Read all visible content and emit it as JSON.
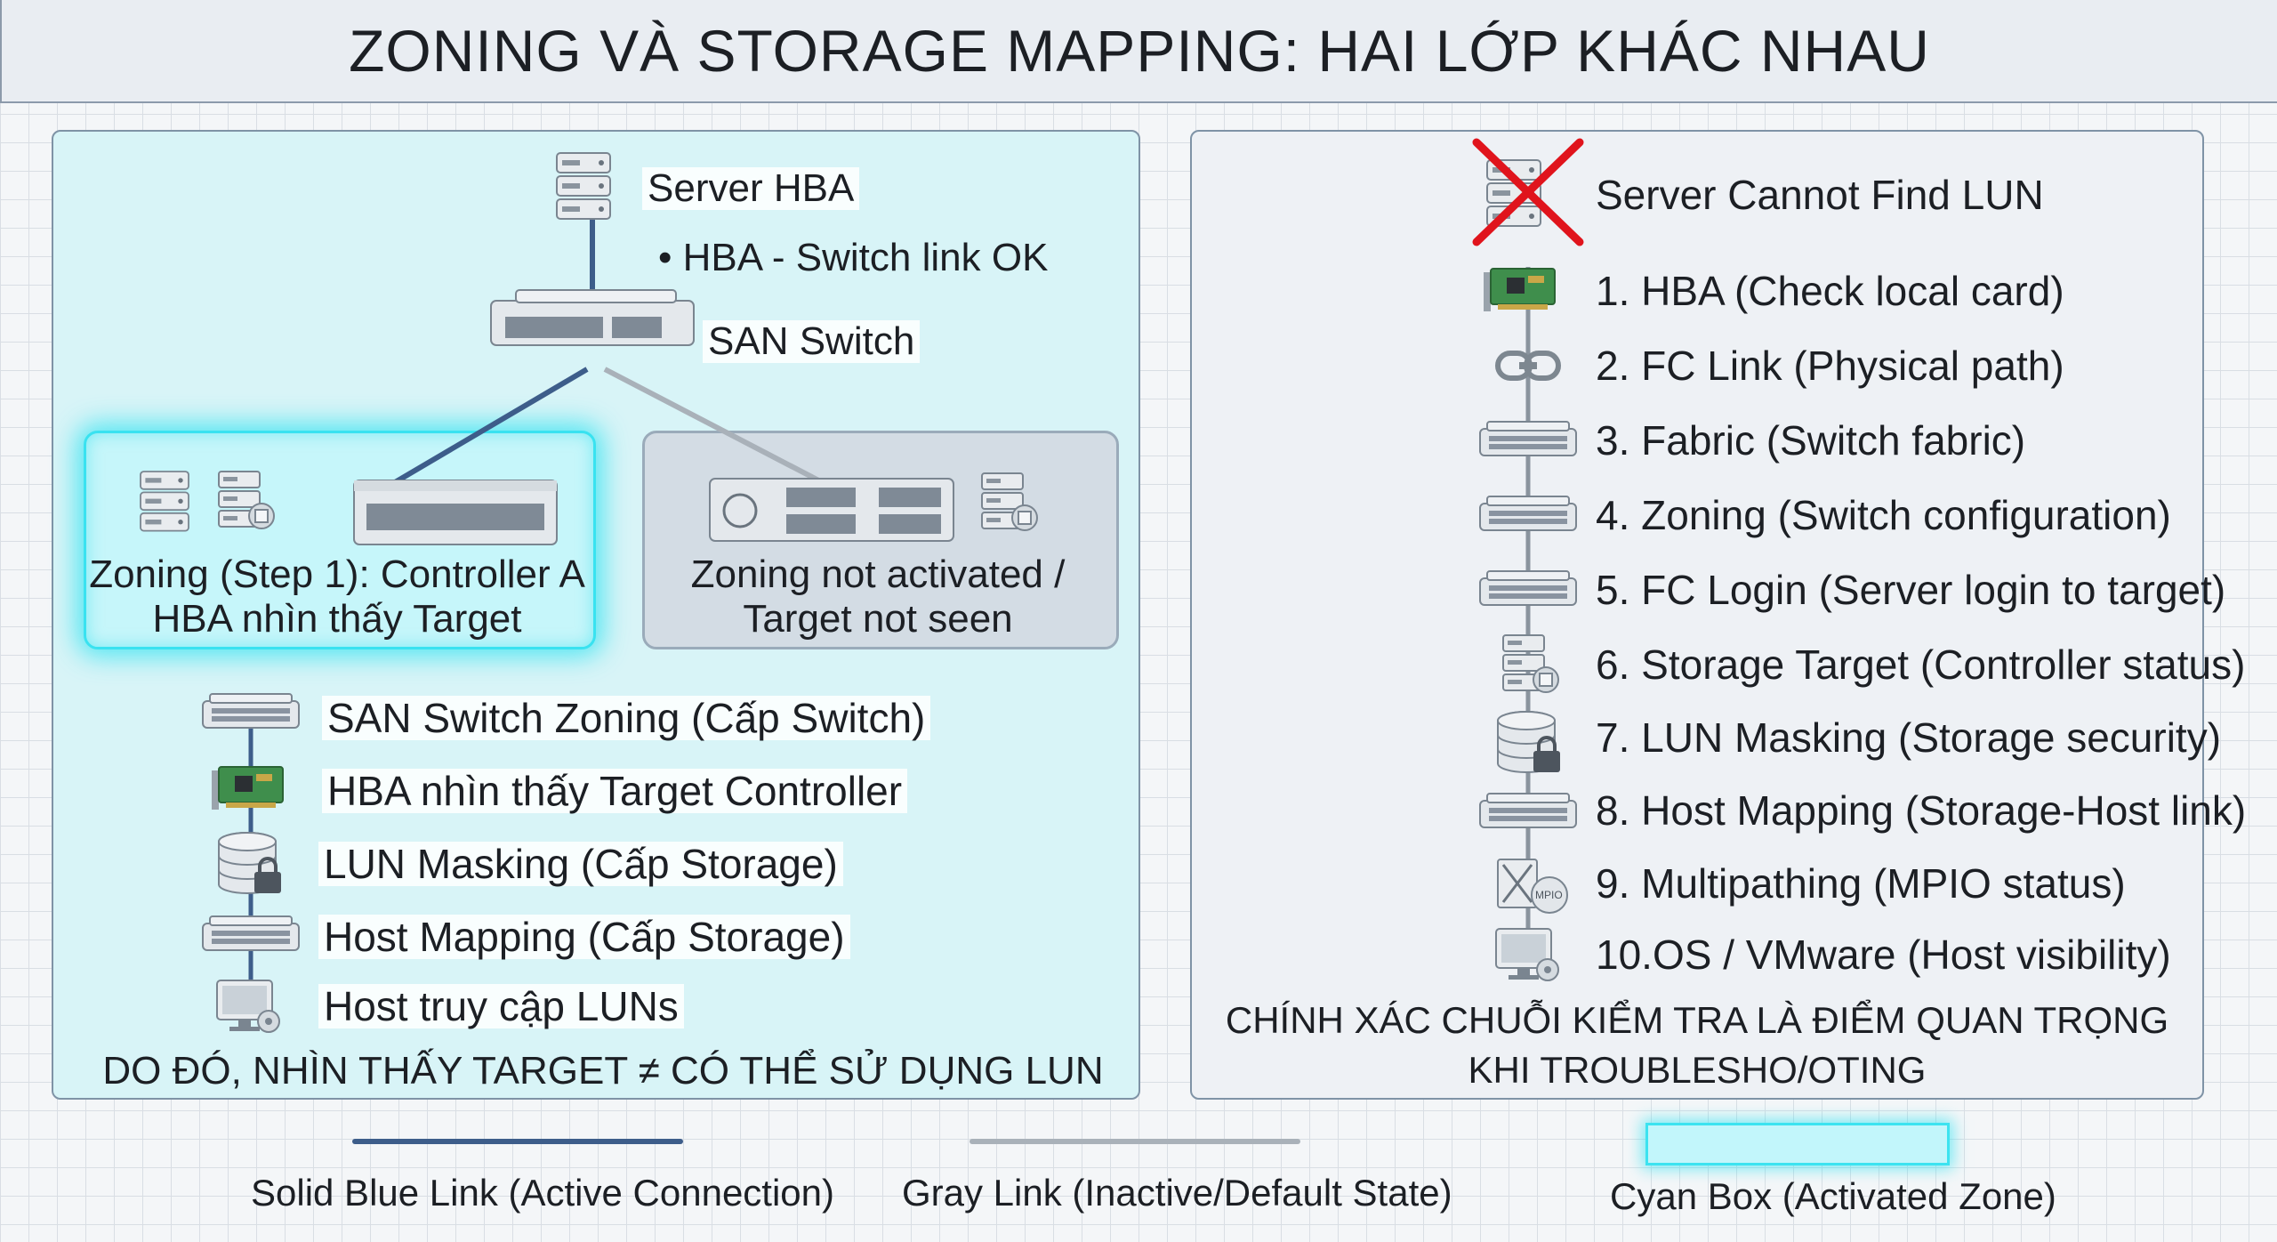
{
  "title": "ZONING VÀ STORAGE MAPPING: HAI LỚP KHÁC NHAU",
  "left": {
    "server_hba": "Server HBA",
    "link_ok": "• HBA - Switch link OK",
    "san_switch": "SAN Switch",
    "zone_active_line1": "Zoning (Step 1): Controller A",
    "zone_active_line2": "HBA nhìn thấy Target",
    "zone_inactive_line1": "Zoning not activated /",
    "zone_inactive_line2": "Target not seen",
    "steps": [
      {
        "label": "SAN Switch Zoning (Cấp Switch)",
        "icon": "switch-icon"
      },
      {
        "label": "HBA nhìn thấy Target Controller",
        "icon": "hba-card-icon"
      },
      {
        "label": "LUN Masking (Cấp Storage)",
        "icon": "database-lock-icon"
      },
      {
        "label": "Host Mapping (Cấp Storage)",
        "icon": "switch-icon"
      },
      {
        "label": "Host truy cập LUNs",
        "icon": "monitor-icon"
      }
    ],
    "conclusion": "DO ĐÓ, NHÌN THẤY TARGET ≠ CÓ THỂ SỬ DỤNG LUN"
  },
  "right": {
    "heading": "Server Cannot Find LUN",
    "steps": [
      {
        "label": "1. HBA (Check local card)",
        "icon": "hba-card-icon"
      },
      {
        "label": "2. FC Link (Physical path)",
        "icon": "link-icon"
      },
      {
        "label": "3. Fabric (Switch fabric)",
        "icon": "switch-icon"
      },
      {
        "label": "4. Zoning (Switch configuration)",
        "icon": "switch-icon"
      },
      {
        "label": "5. FC Login (Server login to target)",
        "icon": "switch-icon"
      },
      {
        "label": "6. Storage Target (Controller status)",
        "icon": "server-icon"
      },
      {
        "label": "7. LUN Masking (Storage security)",
        "icon": "database-lock-icon"
      },
      {
        "label": "8. Host Mapping (Storage-Host link)",
        "icon": "switch-icon"
      },
      {
        "label": "9. Multipathing (MPIO status)",
        "icon": "mpio-icon"
      },
      {
        "label": "10.OS / VMware (Host visibility)",
        "icon": "monitor-icon"
      }
    ],
    "conclusion_line1": "CHÍNH XÁC CHUỖI KIỂM TRA LÀ ĐIỂM QUAN TRỌNG",
    "conclusion_line2": "KHI TROUBLESHO/OTING",
    "mpio_badge": "MPIO"
  },
  "legend": [
    {
      "label": "Solid Blue Link (Active Connection)",
      "color": "#3d5d8a"
    },
    {
      "label": "Gray Link (Inactive/Default State)",
      "color": "#a9b1b9"
    },
    {
      "label": "Cyan Box (Activated Zone)",
      "color": "#3ce3f0"
    }
  ],
  "colors": {
    "active_link": "#3d5d8a",
    "inactive_link": "#a9b1b9",
    "cyan_zone": "#3ce3f0",
    "error_x": "#e0141c"
  }
}
